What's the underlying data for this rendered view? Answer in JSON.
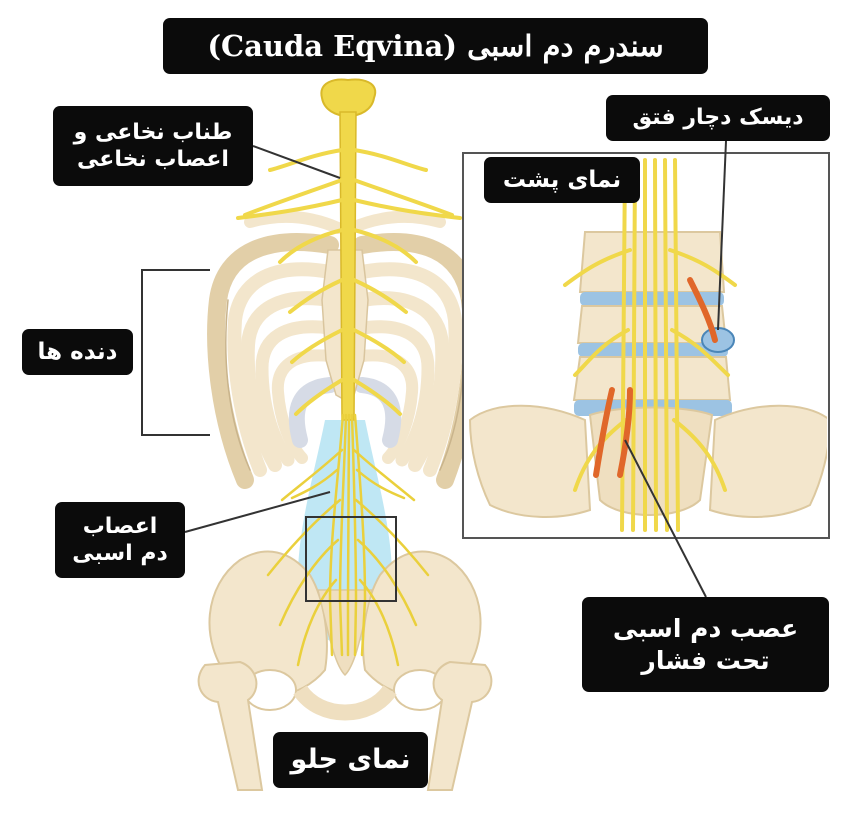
{
  "title": "سندرم دم اسبی (Cauda Eqvina)",
  "labels": {
    "spinal_cord": "طناب نخاعی و\nاعصاب نخاعی",
    "ribs": "دنده ها",
    "cauda_nerves": "اعصاب\nدم اسبی",
    "back_view": "نمای پشت",
    "herniated_disc": "دیسک دچار فتق",
    "compressed_nerve": "عصب دم اسبی\nتحت فشار",
    "front_view": "نمای جلو"
  },
  "colors": {
    "bone": "#f3e6cc",
    "bone_shadow": "#e2cfa8",
    "nerve": "#f0d84a",
    "nerve_dark": "#d9b92a",
    "cartilage": "#d6dbe6",
    "disc": "#9cc3e3",
    "csf": "#a9dff0",
    "inflamed": "#e0672a",
    "label_bg": "#0b0b0b",
    "label_text": "#ffffff"
  }
}
